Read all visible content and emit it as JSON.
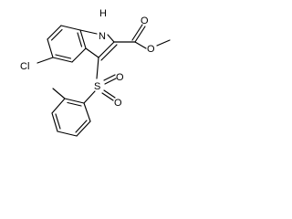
{
  "molecule": {
    "atoms": {
      "nh": "H",
      "n": "N",
      "cl": "Cl",
      "o_carbonyl": "O",
      "o_ester": "O",
      "s": "S",
      "o_sulfonyl_1": "O",
      "o_sulfonyl_2": "O"
    },
    "colors": {
      "bond": "#000000",
      "background": "#ffffff"
    }
  }
}
